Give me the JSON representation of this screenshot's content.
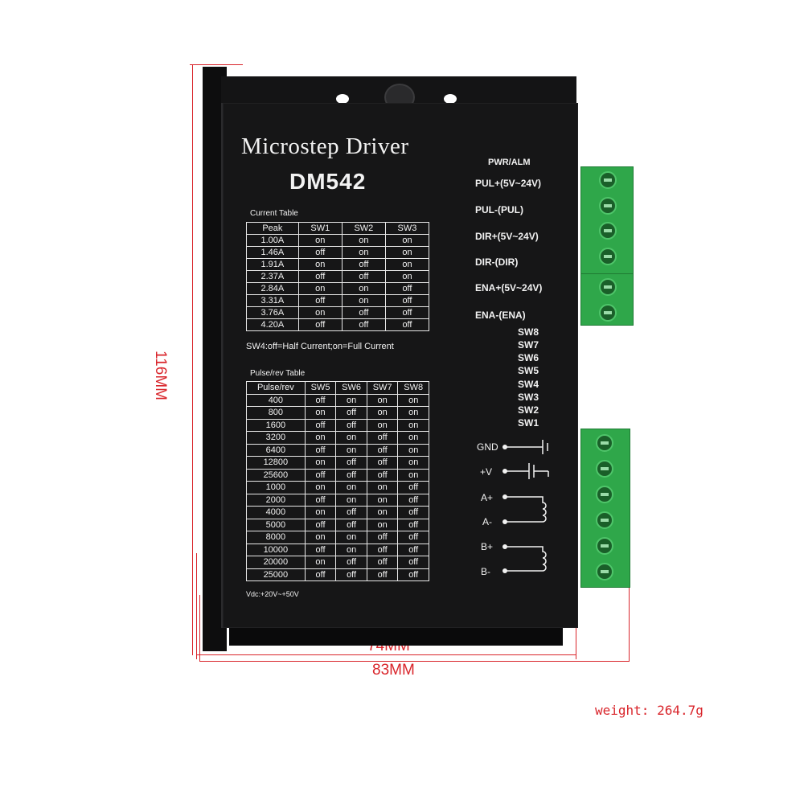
{
  "dimensions": {
    "height_label": "116MM",
    "inner_width_label": "74MM",
    "outer_width_label": "83MM"
  },
  "panel": {
    "title": "Microstep Driver",
    "model": "DM542"
  },
  "current_table": {
    "caption": "Current Table",
    "headers": [
      "Peak",
      "SW1",
      "SW2",
      "SW3"
    ],
    "rows": [
      [
        "1.00A",
        "on",
        "on",
        "on"
      ],
      [
        "1.46A",
        "off",
        "on",
        "on"
      ],
      [
        "1.91A",
        "on",
        "off",
        "on"
      ],
      [
        "2.37A",
        "off",
        "off",
        "on"
      ],
      [
        "2.84A",
        "on",
        "on",
        "off"
      ],
      [
        "3.31A",
        "off",
        "on",
        "off"
      ],
      [
        "3.76A",
        "on",
        "off",
        "off"
      ],
      [
        "4.20A",
        "off",
        "off",
        "off"
      ]
    ],
    "note": "SW4:off=Half Current;on=Full Current"
  },
  "pulse_table": {
    "caption": "Pulse/rev Table",
    "headers": [
      "Pulse/rev",
      "SW5",
      "SW6",
      "SW7",
      "SW8"
    ],
    "rows": [
      [
        "400",
        "off",
        "on",
        "on",
        "on"
      ],
      [
        "800",
        "on",
        "off",
        "on",
        "on"
      ],
      [
        "1600",
        "off",
        "off",
        "on",
        "on"
      ],
      [
        "3200",
        "on",
        "on",
        "off",
        "on"
      ],
      [
        "6400",
        "off",
        "on",
        "off",
        "on"
      ],
      [
        "12800",
        "on",
        "off",
        "off",
        "on"
      ],
      [
        "25600",
        "off",
        "off",
        "off",
        "on"
      ],
      [
        "1000",
        "on",
        "on",
        "on",
        "off"
      ],
      [
        "2000",
        "off",
        "on",
        "on",
        "off"
      ],
      [
        "4000",
        "on",
        "off",
        "on",
        "off"
      ],
      [
        "5000",
        "off",
        "off",
        "on",
        "off"
      ],
      [
        "8000",
        "on",
        "on",
        "off",
        "off"
      ],
      [
        "10000",
        "off",
        "on",
        "off",
        "off"
      ],
      [
        "20000",
        "on",
        "off",
        "off",
        "off"
      ],
      [
        "25000",
        "off",
        "off",
        "off",
        "off"
      ]
    ],
    "note": "Vdc:+20V~+50V"
  },
  "signal_pins": {
    "pwr_alm": "PWR/ALM",
    "labels": [
      "PUL+(5V~24V)",
      "PUL-(PUL)",
      "DIR+(5V~24V)",
      "DIR-(DIR)",
      "ENA+(5V~24V)",
      "ENA-(ENA)"
    ]
  },
  "dip_switches": [
    "SW8",
    "SW7",
    "SW6",
    "SW5",
    "SW4",
    "SW3",
    "SW2",
    "SW1"
  ],
  "power_motor_pins": [
    "GND",
    "+V",
    "A+",
    "A-",
    "B+",
    "B-"
  ],
  "weight": "weight: 264.7g",
  "colors": {
    "dimension_red": "#d9252b",
    "panel_black": "#161617",
    "terminal_green": "#2fa74a"
  }
}
